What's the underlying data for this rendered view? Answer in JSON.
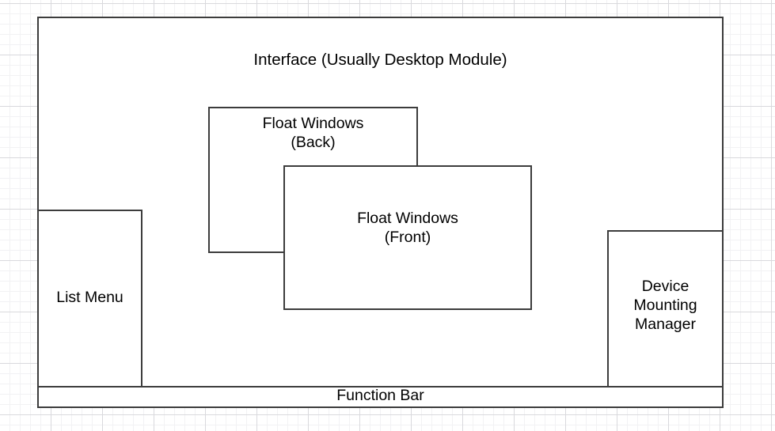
{
  "diagram": {
    "title": "Interface (Usually Desktop Module)",
    "background": {
      "style": "graph-paper-grid",
      "minor_grid_color": "#f2f2f4",
      "major_grid_color": "#d9d9dd",
      "page_color": "#ffffff"
    },
    "stroke_color": "#3c3c3c",
    "text_color": "#000000",
    "boxes": [
      {
        "id": "interface",
        "label": "Interface (Usually Desktop Module)",
        "role": "outer-container"
      },
      {
        "id": "float-window-back",
        "label": "Float Windows\n(Back)",
        "role": "floating-window",
        "stacking": "back"
      },
      {
        "id": "float-window-front",
        "label": "Float Windows\n(Front)",
        "role": "floating-window",
        "stacking": "front"
      },
      {
        "id": "list-menu",
        "label": "List Menu",
        "role": "panel"
      },
      {
        "id": "device-mounting-manager",
        "label": "Device\nMounting\nManager",
        "role": "panel"
      },
      {
        "id": "function-bar",
        "label": "Function Bar",
        "role": "bar"
      }
    ]
  }
}
